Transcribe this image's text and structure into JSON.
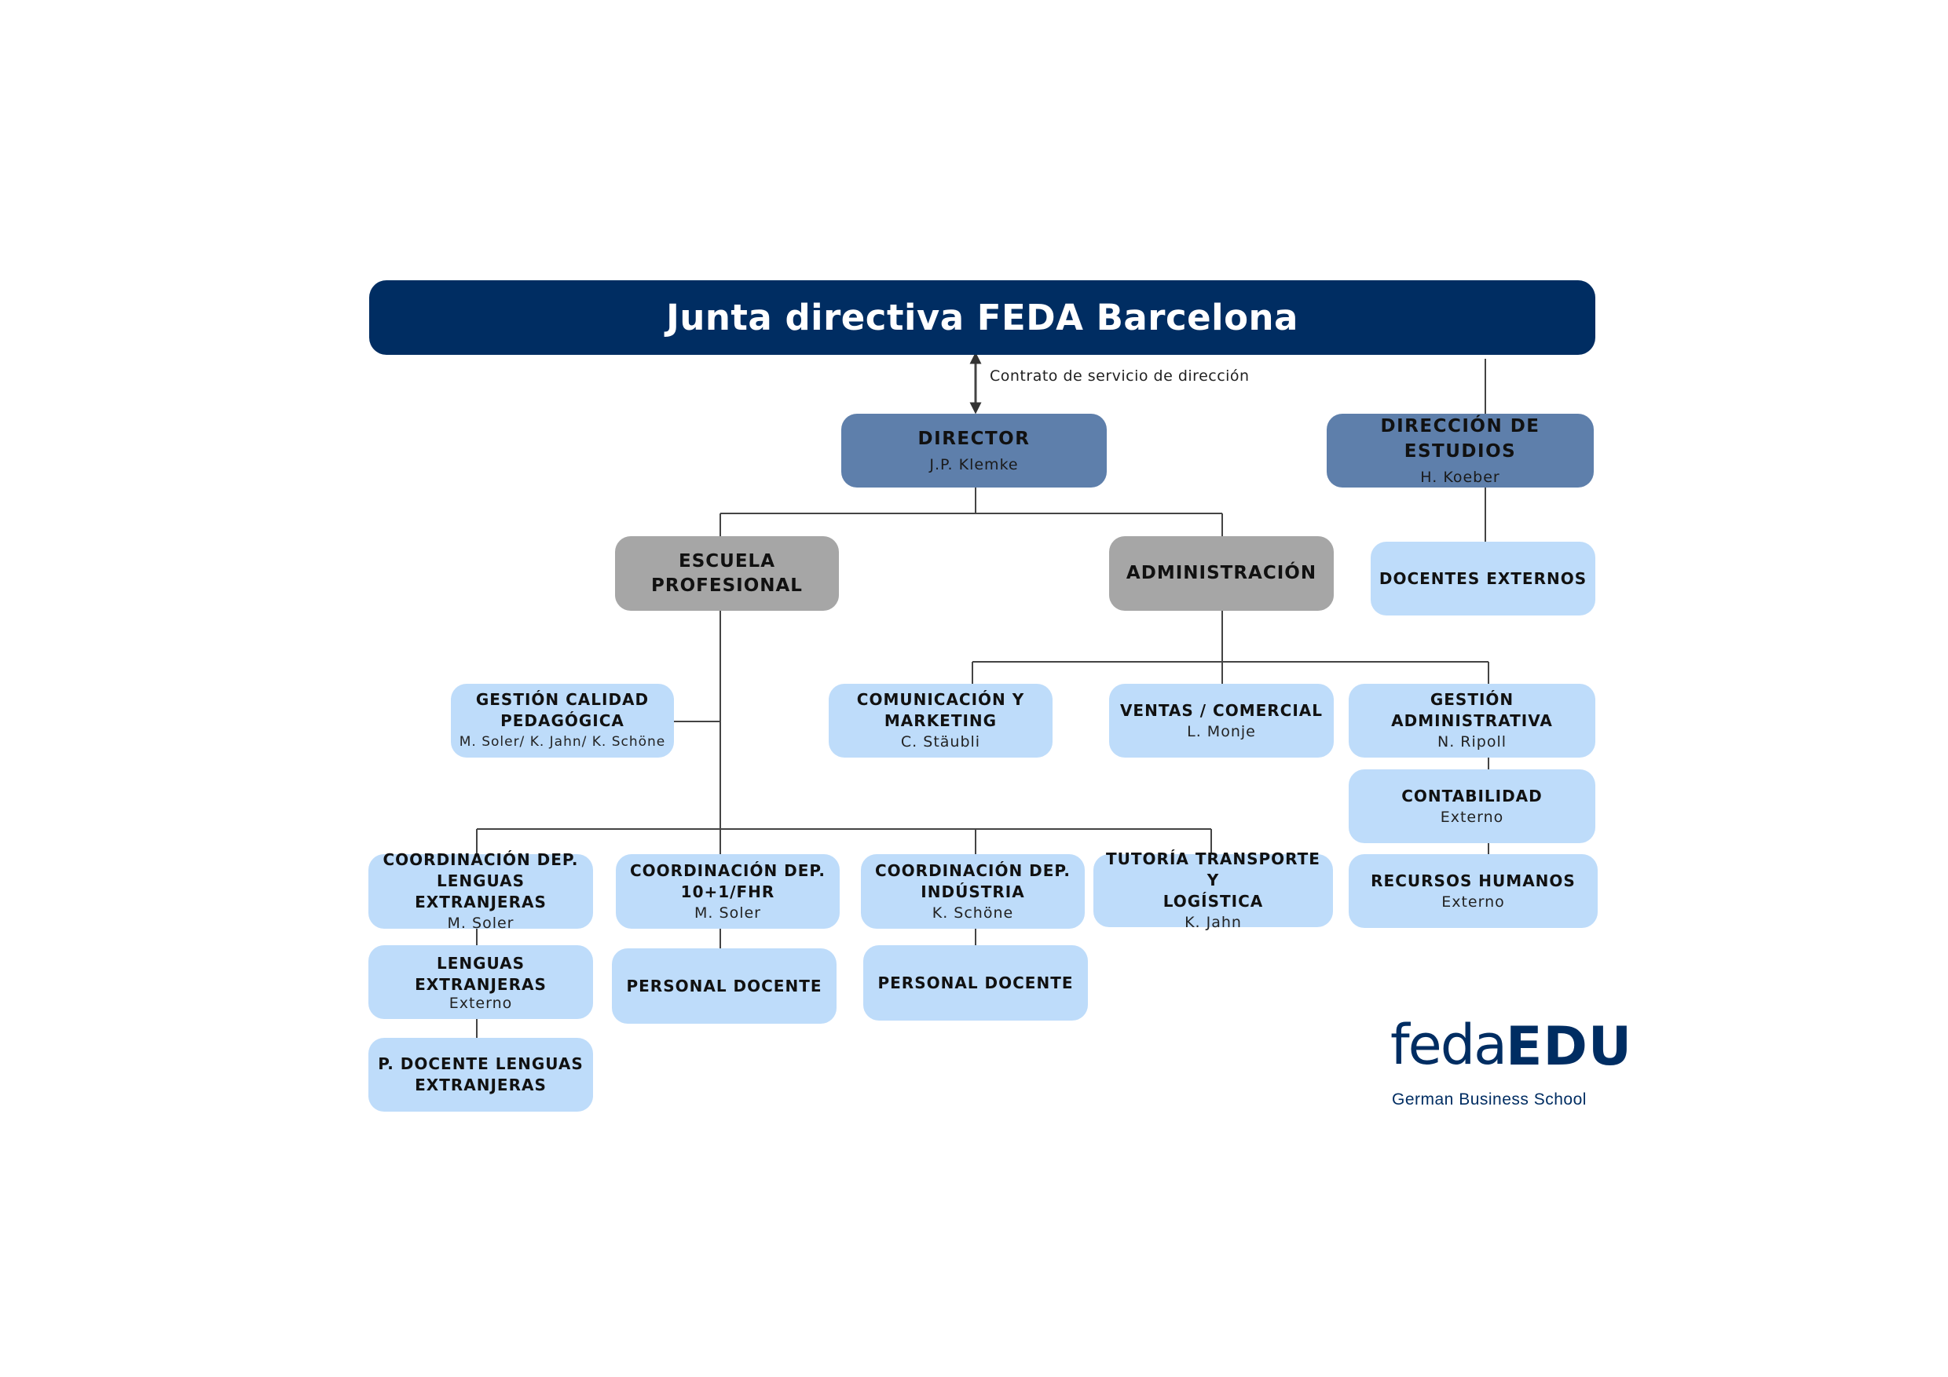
{
  "title": "Junta directiva FEDA Barcelona",
  "contract_label": "Contrato de servicio de dirección",
  "director": {
    "title": "DIRECTOR",
    "name": "J.P. Klemke"
  },
  "direccion_estudios": {
    "title": "DIRECCIÓN DE ESTUDIOS",
    "name": "H. Koeber"
  },
  "docentes_externos": {
    "title": "DOCENTES EXTERNOS"
  },
  "escuela": {
    "title": "ESCUELA\nPROFESIONAL"
  },
  "administracion": {
    "title": "ADMINISTRACIÓN"
  },
  "gestion_calidad": {
    "title": "GESTIÓN CALIDAD\nPEDAGÓGICA",
    "name": "M. Soler/ K. Jahn/ K. Schöne"
  },
  "comunicacion": {
    "title": "COMUNICACIÓN Y\nMARKETING",
    "name": "C. Stäubli"
  },
  "ventas": {
    "title": "VENTAS / COMERCIAL",
    "name": "L. Monje"
  },
  "gestion_admin": {
    "title": "GESTIÓN ADMINISTRATIVA",
    "name": "N. Ripoll"
  },
  "contabilidad": {
    "title": "CONTABILIDAD",
    "name": "Externo"
  },
  "rrhh": {
    "title": "RECURSOS HUMANOS",
    "name": "Externo"
  },
  "coord_lenguas": {
    "title": "COORDINACIÓN DEP.\nLENGUAS EXTRANJERAS",
    "name": "M. Soler"
  },
  "coord_10": {
    "title": "COORDINACIÓN DEP.\n10+1/FHR",
    "name": "M. Soler"
  },
  "coord_industria": {
    "title": "COORDINACIÓN DEP.\nINDÚSTRIA",
    "name": "K. Schöne"
  },
  "tutoria": {
    "title": "TUTORÍA TRANSPORTE Y\nLOGÍSTICA",
    "name": "K. Jahn"
  },
  "lenguas_ext": {
    "title": "LENGUAS EXTRANJERAS",
    "name": "Externo"
  },
  "personal_docente_1": {
    "title": "PERSONAL DOCENTE"
  },
  "personal_docente_2": {
    "title": "PERSONAL DOCENTE"
  },
  "p_docente_lenguas": {
    "title": "P. DOCENTE LENGUAS\nEXTRANJERAS"
  },
  "logo": {
    "feda": "feda",
    "edu": "EDU",
    "tagline": "German Business School"
  },
  "colors": {
    "navy": "#002d62",
    "mid_blue": "#5e7fab",
    "light_blue": "#bedcfa",
    "grey": "#a6a6a6"
  }
}
